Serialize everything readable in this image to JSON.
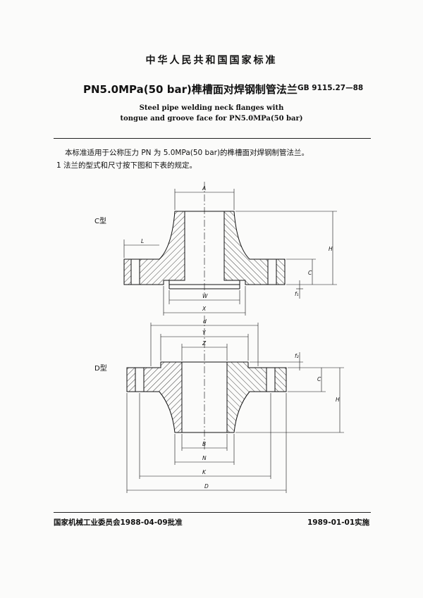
{
  "header": {
    "standard_org": "中华人民共和国国家标准",
    "title_cn": "PN5.0MPa(50 bar)榫槽面对焊钢制管法兰",
    "standard_code": "GB 9115.27—88",
    "title_en_line1": "Steel pipe welding neck flanges with",
    "title_en_line2": "tongue and groove face for PN5.0MPa(50 bar)"
  },
  "body": {
    "intro": "本标准适用于公称压力 PN 为 5.0MPa(50 bar)的榫槽面对焊钢制管法兰。",
    "clause1": "1  法兰的型式和尺寸按下图和下表的规定。"
  },
  "drawing": {
    "type_c_label": "C型",
    "type_d_label": "D型",
    "c_dims": {
      "A": "A",
      "L": "L",
      "H": "H",
      "C": "C",
      "f1": "f₁",
      "W": "W",
      "X": "X"
    },
    "d_dims": {
      "d": "d",
      "Y": "Y",
      "Z": "Z",
      "f2": "f₂",
      "C": "C",
      "H": "H",
      "B": "B",
      "N": "N",
      "K": "K",
      "D": "D"
    }
  },
  "footer": {
    "approval": "国家机械工业委员会1988-04-09批准",
    "implementation": "1989-01-01实施"
  }
}
